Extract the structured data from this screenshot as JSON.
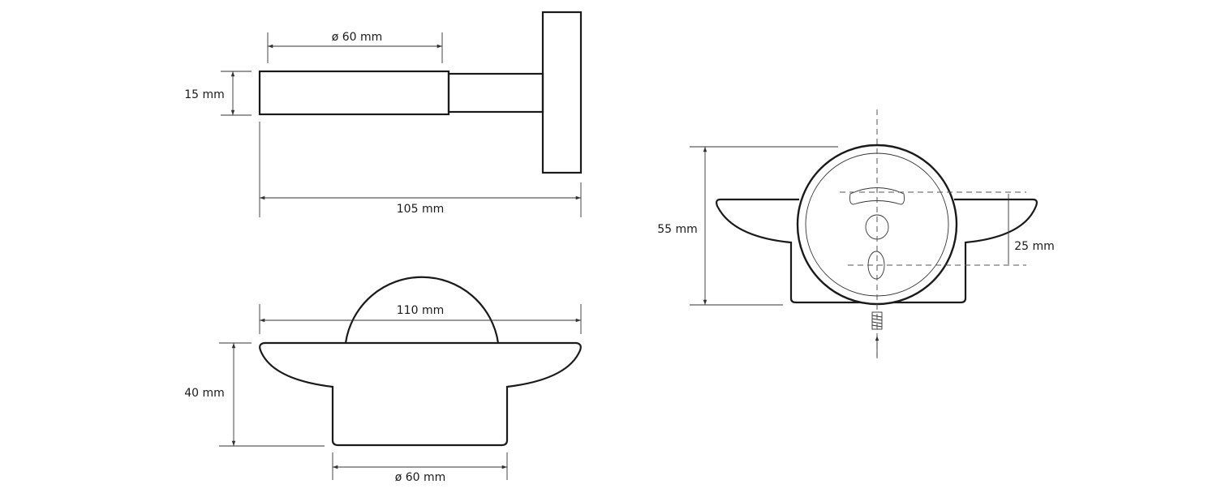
{
  "views": {
    "side": {
      "diameter_label": "ø 60 mm",
      "height_label": "15 mm",
      "length_label": "105 mm"
    },
    "front": {
      "width_label": "110 mm",
      "height_label": "40 mm",
      "diameter_label": "ø 60 mm"
    },
    "back": {
      "height_label": "55 mm",
      "hole_spacing_label": "25 mm"
    }
  },
  "colors": {
    "line": "#1a1a1a",
    "dimension": "#333333"
  }
}
